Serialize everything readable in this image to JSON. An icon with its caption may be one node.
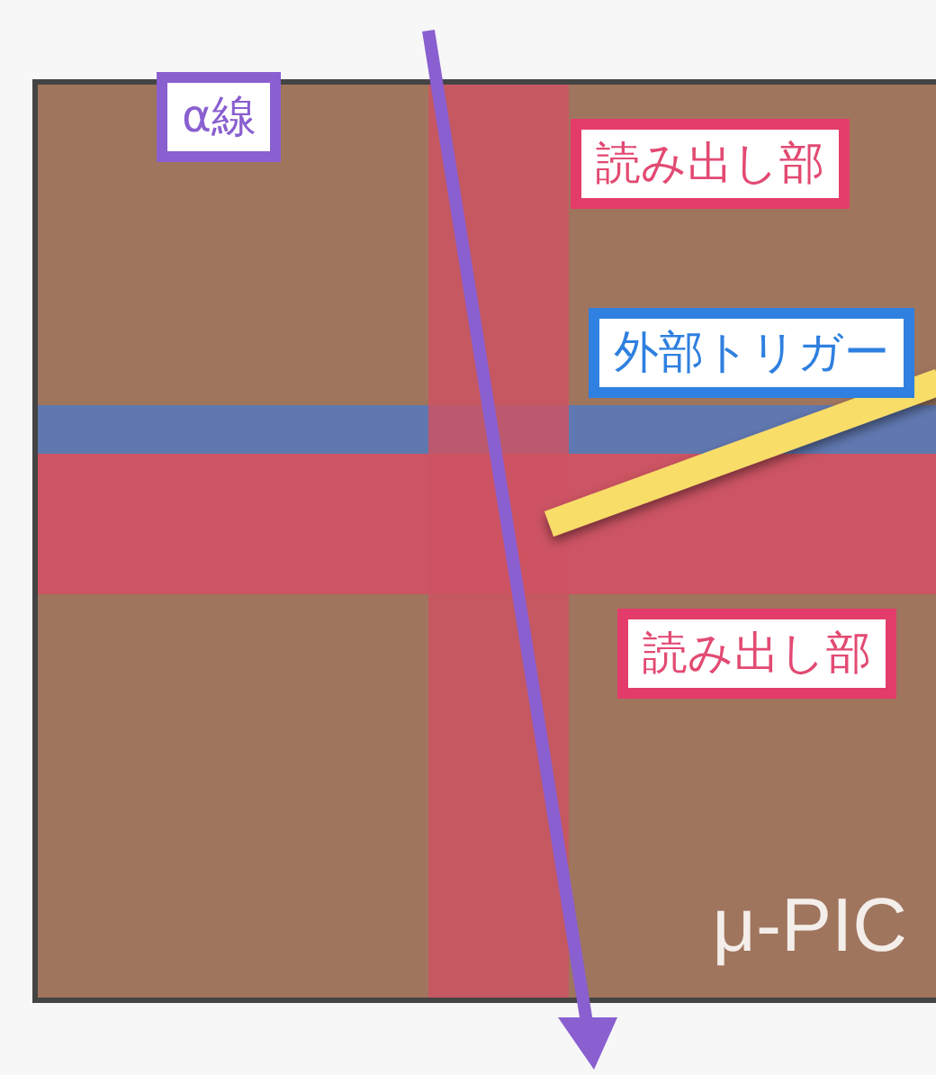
{
  "diagram": {
    "nodes": [
      {
        "text": [
          "μ-PIC"
        ]
      },
      {
        "text": [
          "α線"
        ]
      },
      {
        "text": [
          "読み出し部"
        ],
        "in": 0
      },
      {
        "text": [
          "外部トリガー"
        ],
        "in": 0
      },
      {
        "text": [
          "読み出し部"
        ],
        "in": 0
      }
    ]
  }
}
